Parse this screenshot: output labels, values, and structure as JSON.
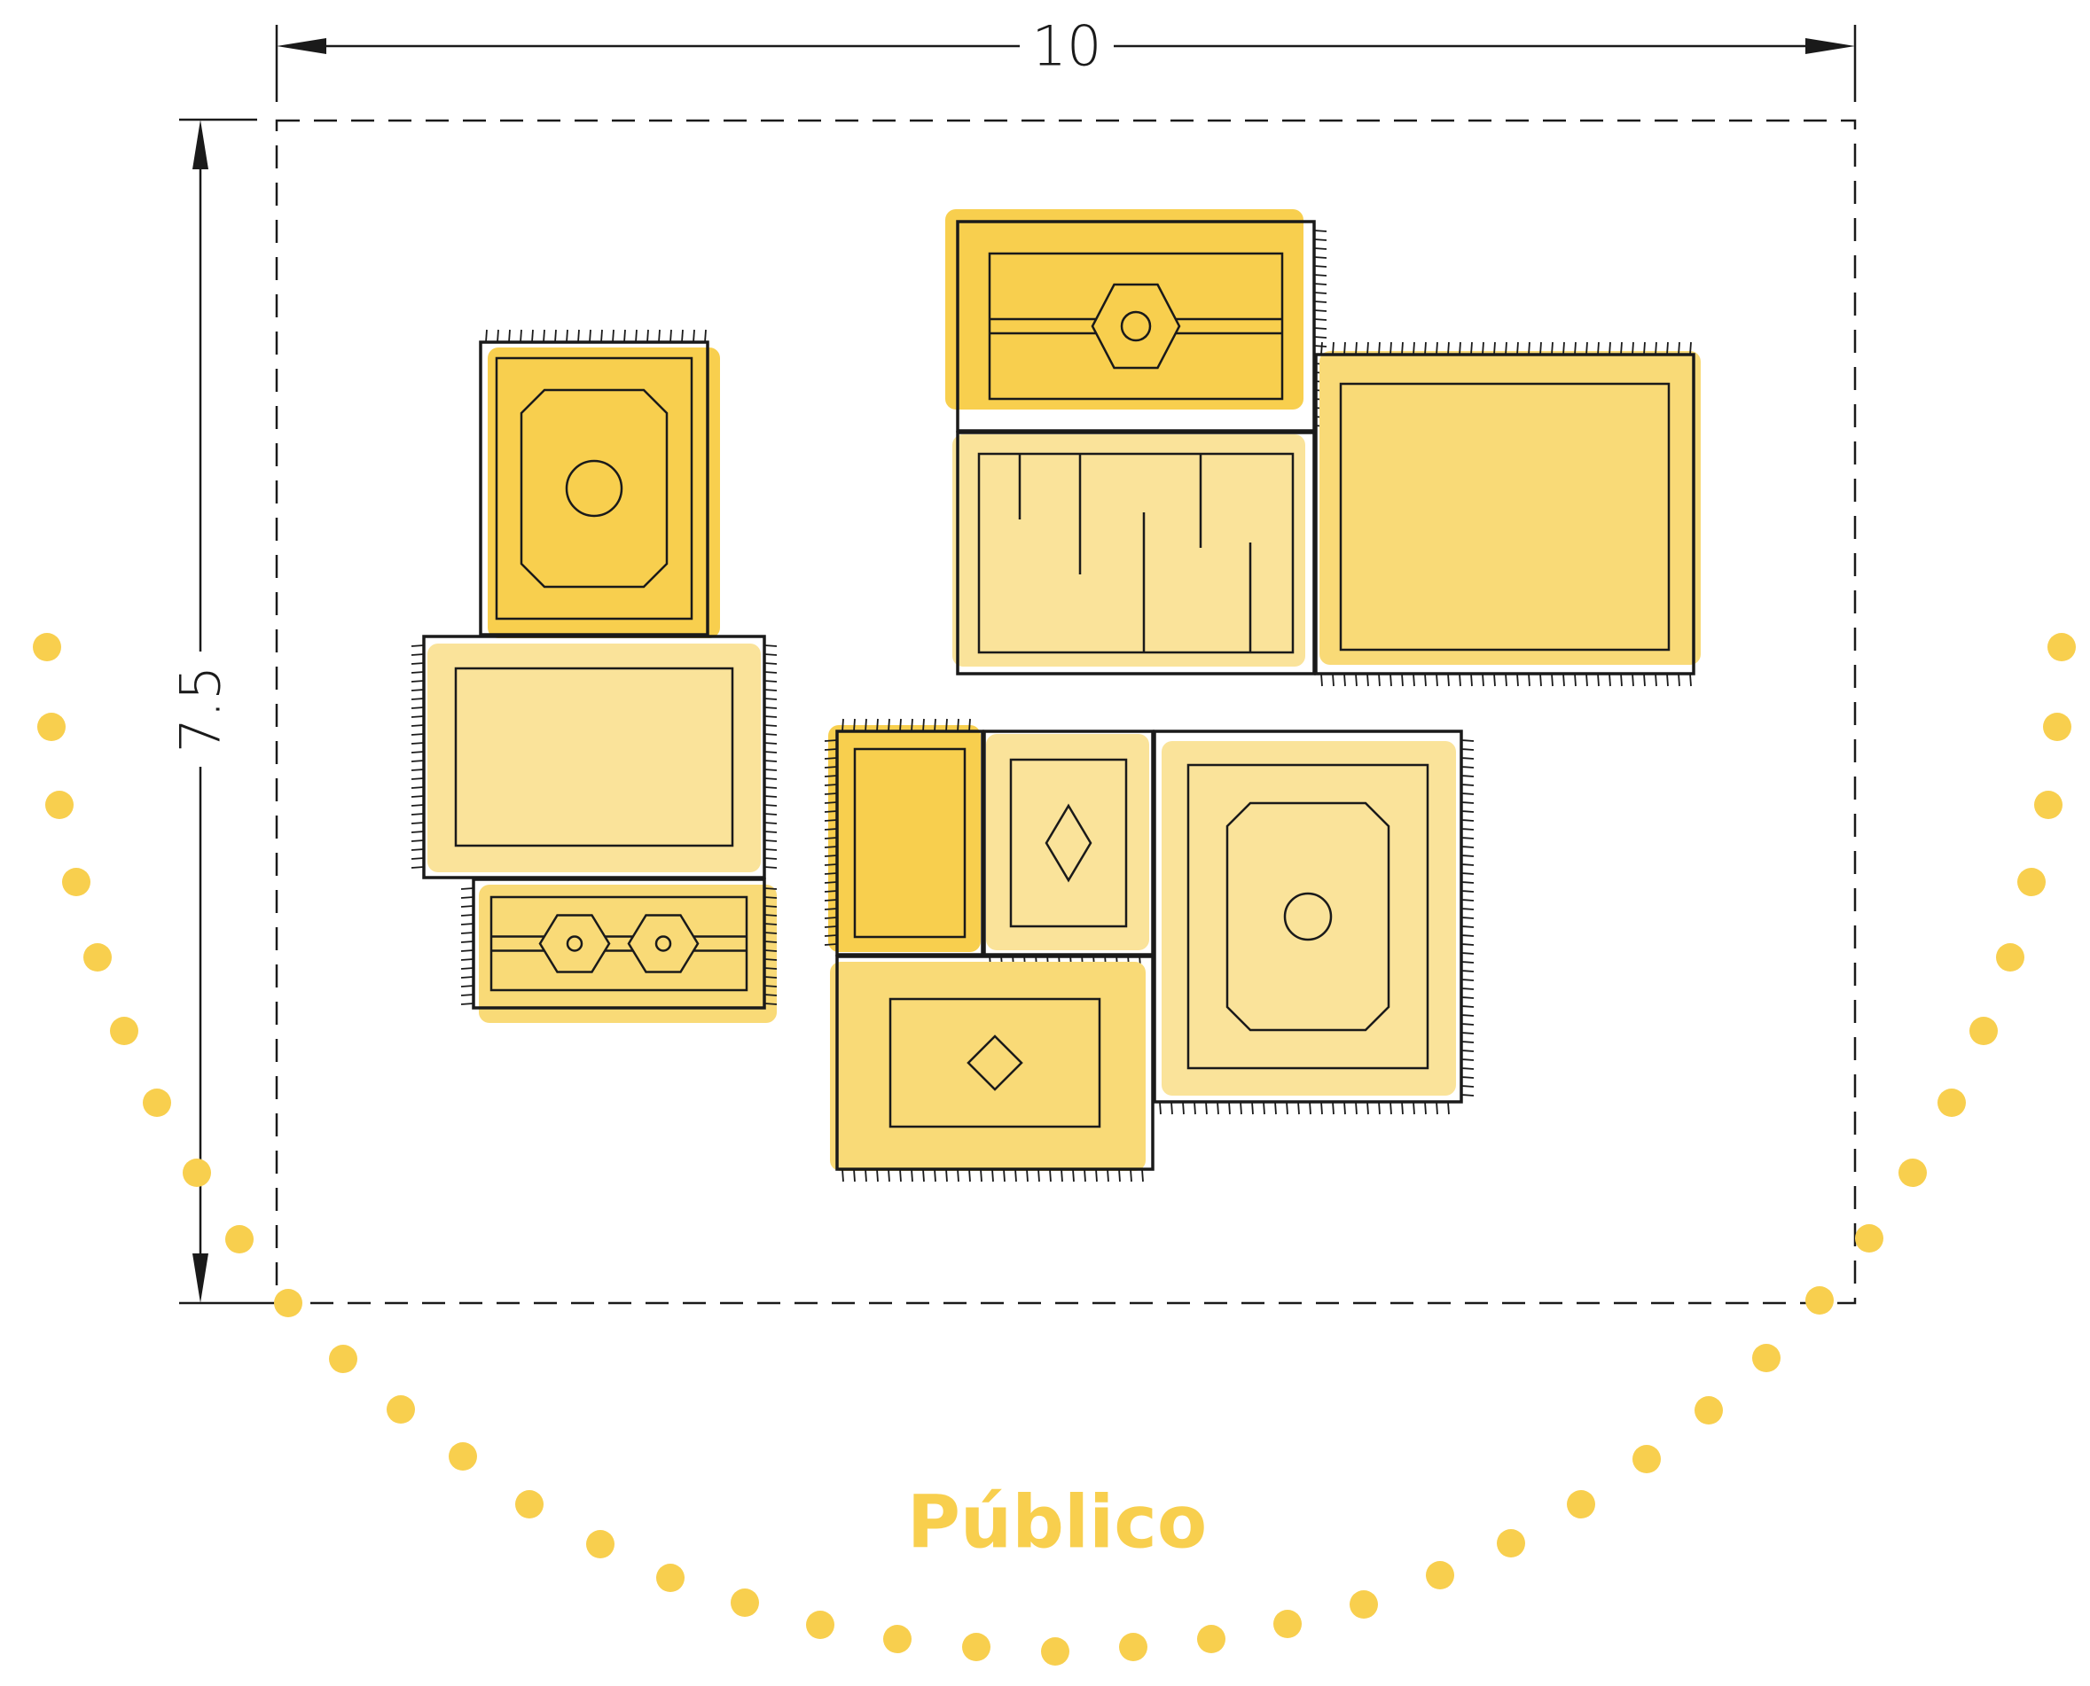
{
  "dimensions": {
    "width_label": "10",
    "height_label": "7.5"
  },
  "audience_label": "Público",
  "colors": {
    "dark_yellow": "#F8CF4E",
    "mid_yellow": "#F9DA77",
    "light_yellow": "#FAE39A",
    "outline": "#1a1a1a",
    "audience": "#F8CF4E"
  },
  "rugs": [
    {
      "name": "rug-octagon-medallion-tall",
      "fill": "dark_yellow",
      "pattern": "octagon-medallion"
    },
    {
      "name": "rug-plain-wide-left",
      "fill": "light_yellow",
      "pattern": "plain"
    },
    {
      "name": "rug-double-hexagon-runner",
      "fill": "mid_yellow",
      "pattern": "double-hexagon"
    },
    {
      "name": "rug-hexagon-medallion-top",
      "fill": "dark_yellow",
      "pattern": "hexagon-medallion"
    },
    {
      "name": "rug-maze-stripes",
      "fill": "light_yellow",
      "pattern": "maze-lines"
    },
    {
      "name": "rug-plain-large-right",
      "fill": "mid_yellow",
      "pattern": "plain"
    },
    {
      "name": "rug-plain-narrow",
      "fill": "dark_yellow",
      "pattern": "plain"
    },
    {
      "name": "rug-diamond-small",
      "fill": "light_yellow",
      "pattern": "diamond"
    },
    {
      "name": "rug-octagon-medallion-square",
      "fill": "light_yellow",
      "pattern": "octagon-medallion"
    },
    {
      "name": "rug-diamond-wide",
      "fill": "mid_yellow",
      "pattern": "diamond"
    }
  ]
}
